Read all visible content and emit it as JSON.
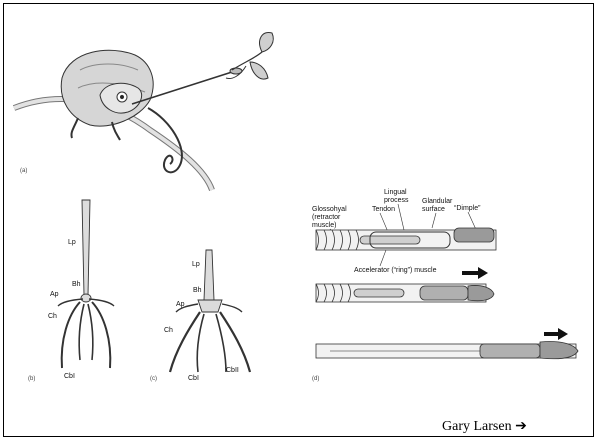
{
  "panels": {
    "a": {
      "label": "(a)"
    },
    "b": {
      "label": "(b)",
      "parts": {
        "lp": "Lp",
        "bh": "Bh",
        "ap": "Ap",
        "ch": "Ch",
        "cbi": "CbI"
      }
    },
    "c": {
      "label": "(c)",
      "parts": {
        "lp": "Lp",
        "bh": "Bh",
        "ap": "Ap",
        "ch": "Ch",
        "cbi": "CbI",
        "cbii": "CbII"
      }
    },
    "d": {
      "label": "(d)",
      "glossohyal": [
        "Glossohyal",
        "(retractor",
        "muscle)"
      ],
      "tendon": "Tendon",
      "lingual": [
        "Lingual",
        "process"
      ],
      "glandular": [
        "Glandular",
        "surface"
      ],
      "dimple": "“Dimple”",
      "accelerator": "Accelerator (“ring”) muscle"
    }
  },
  "caption": {
    "text": "Gary Larsen",
    "arrow": "➔"
  },
  "colors": {
    "ink": "#222222",
    "shade": "#9a9a9a",
    "tissue": "#c8c8c8"
  }
}
